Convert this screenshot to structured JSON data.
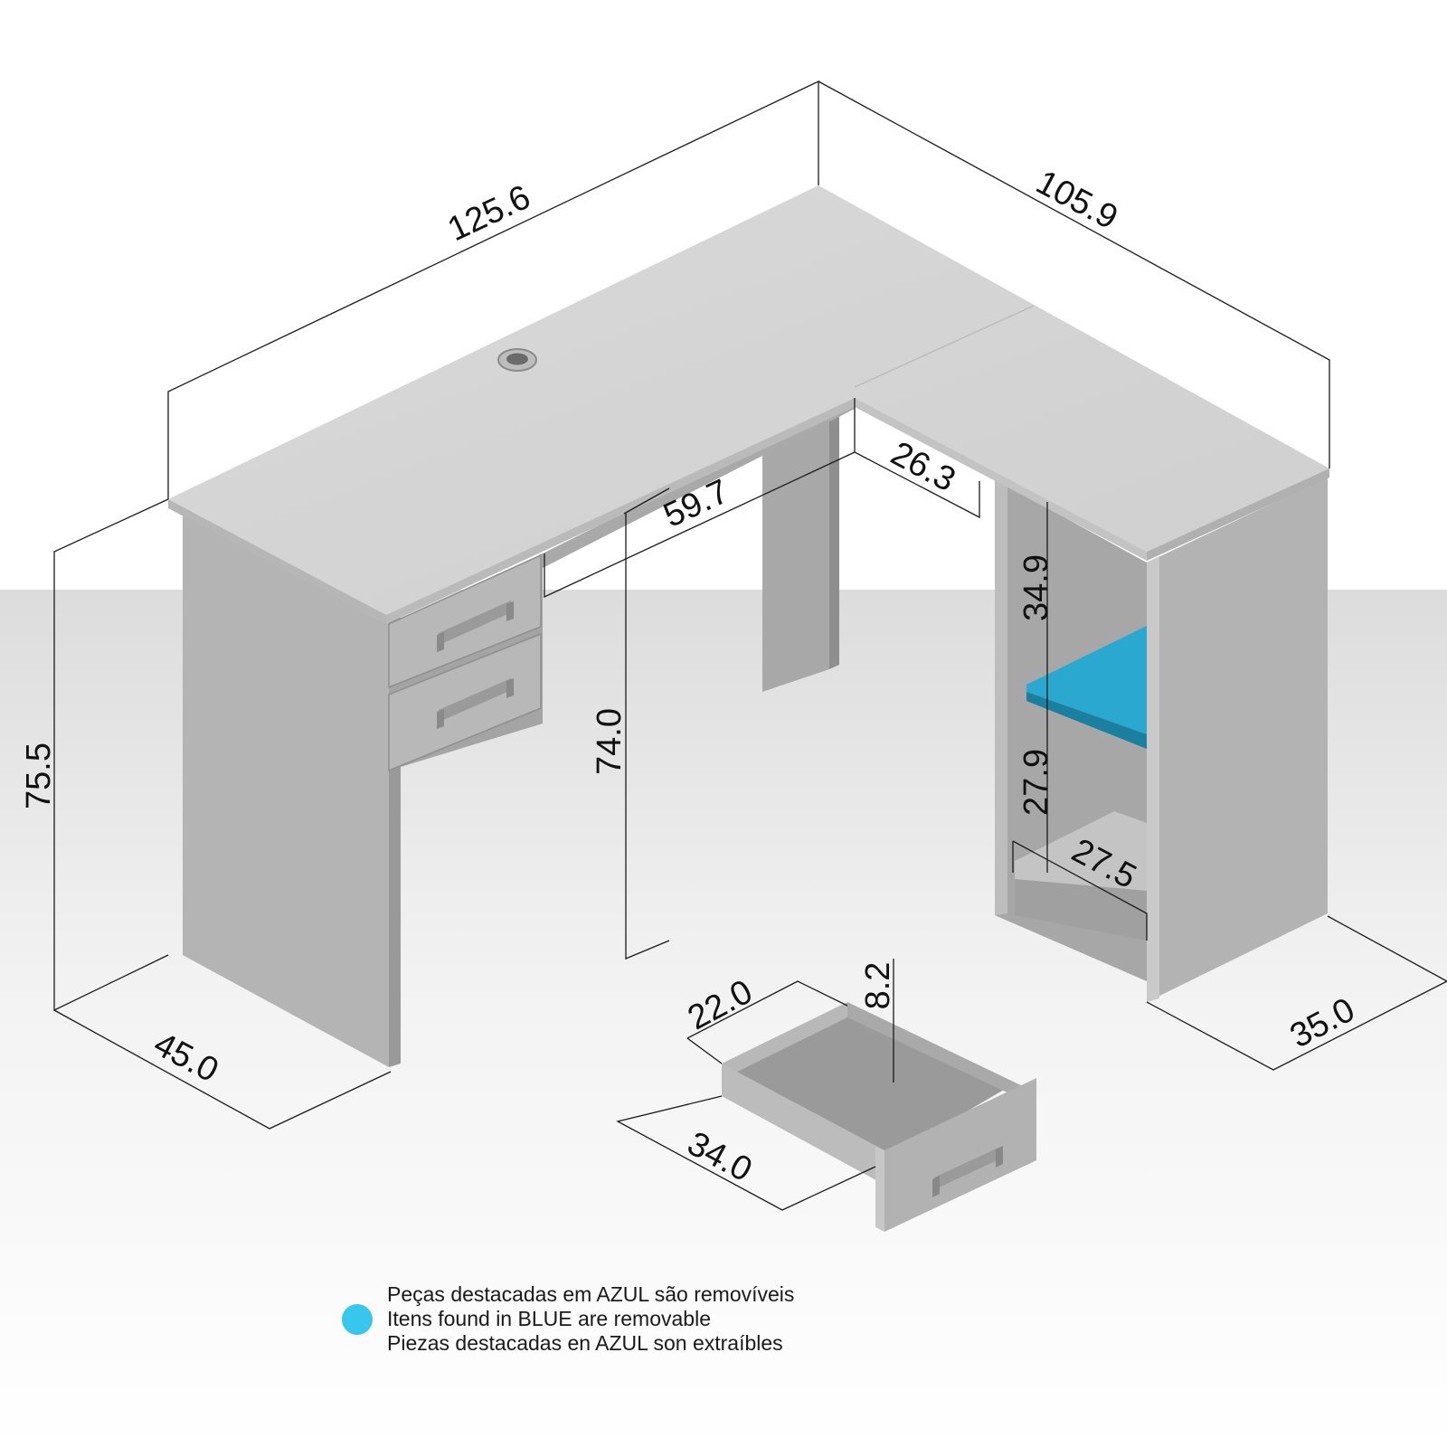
{
  "colors": {
    "removable": "#2aa8cf",
    "legend_dot": "#38c6ec",
    "panel_light": "#d2d2d2",
    "panel_mid": "#b2b2b2",
    "panel_dark": "#9d9d9d"
  },
  "dimensions": {
    "desk_length": "125.6",
    "return_length": "105.9",
    "return_inner": "26.3",
    "knee_space_width": "59.7",
    "total_height": "75.5",
    "knee_height": "74.0",
    "left_depth": "45.0",
    "right_depth": "35.0",
    "upper_niche": "34.9",
    "lower_niche": "27.9",
    "niche_depth": "27.5",
    "drawer_height": "8.2",
    "drawer_width": "22.0",
    "drawer_depth": "34.0"
  },
  "legend": {
    "line_pt": "Peças destacadas em AZUL são removíveis",
    "line_en": "Itens found in BLUE are removable",
    "line_es": "Piezas destacadas en AZUL son extraíbles"
  }
}
